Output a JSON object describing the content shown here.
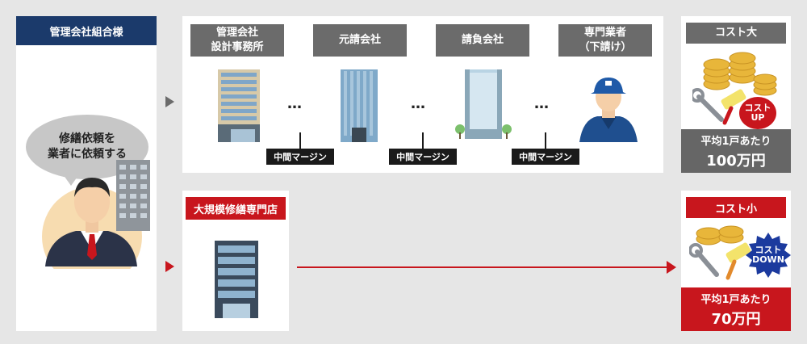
{
  "left": {
    "title": "管理会社組合様",
    "bubble_line1": "修繕依頼を",
    "bubble_line2": "業者に依頼する"
  },
  "top_flow": {
    "stages": [
      {
        "label": "管理会社\n設計事務所"
      },
      {
        "label": "元請会社"
      },
      {
        "label": "請負会社"
      },
      {
        "label": "専門業者\n（下請け）"
      }
    ],
    "dots": "…",
    "margin_label": "中間マージン"
  },
  "bottom_flow": {
    "label": "大規模修繕専門店"
  },
  "cost_high": {
    "header": "コスト大",
    "badge_line1": "コスト",
    "badge_line2": "UP",
    "price_line1": "平均1戸あたり",
    "price_line2": "100万円"
  },
  "cost_low": {
    "header": "コスト小",
    "badge_line1": "コスト",
    "badge_line2": "DOWN",
    "price_line1": "平均1戸あたり",
    "price_line2": "70万円"
  },
  "colors": {
    "navy": "#1b3a6b",
    "red": "#c8161d",
    "gray": "#6b6b6b",
    "dark_gray": "#666666"
  }
}
